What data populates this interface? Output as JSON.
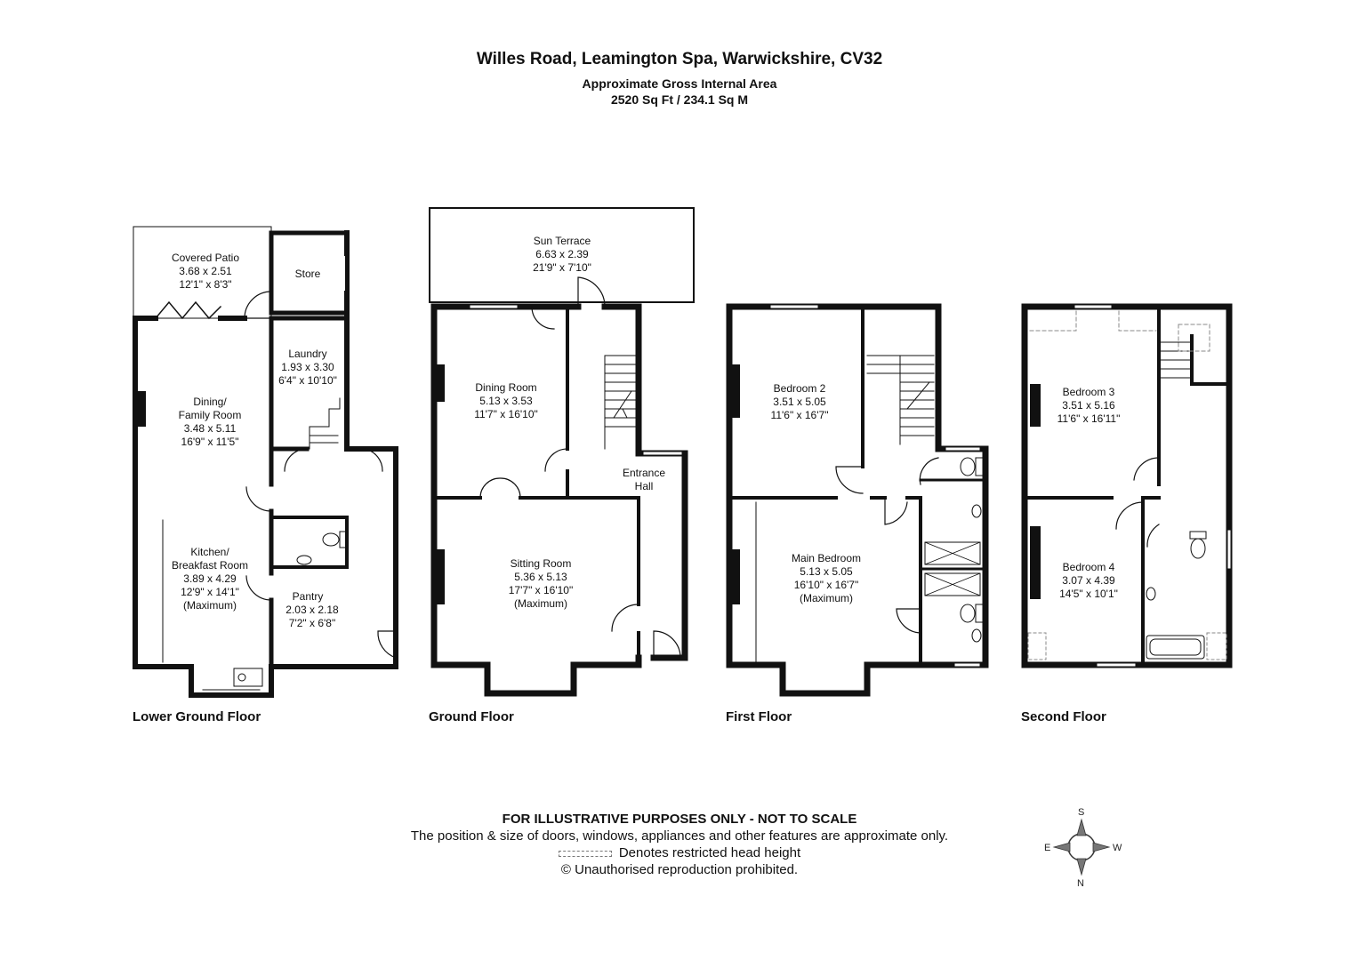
{
  "header": {
    "title": "Willes Road, Leamington Spa, Warwickshire, CV32",
    "subtitle": "Approximate Gross Internal Area",
    "area": "2520 Sq Ft / 234.1 Sq M"
  },
  "floors": {
    "lower_ground": {
      "label": "Lower Ground Floor",
      "rooms": {
        "covered_patio": [
          "Covered Patio",
          "3.68 x 2.51",
          "12'1\" x 8'3\""
        ],
        "store": [
          "Store"
        ],
        "laundry": [
          "Laundry",
          "1.93 x 3.30",
          "6'4\" x 10'10\""
        ],
        "dining_family": [
          "Dining/",
          "Family Room",
          "3.48 x 5.11",
          "16'9\" x 11'5\""
        ],
        "kitchen": [
          "Kitchen/",
          "Breakfast Room",
          "3.89 x 4.29",
          "12'9\" x 14'1\"",
          "(Maximum)"
        ],
        "pantry": [
          "Pantry",
          "2.03 x 2.18",
          "7'2\" x 6'8\""
        ]
      }
    },
    "ground": {
      "label": "Ground Floor",
      "rooms": {
        "sun_terrace": [
          "Sun Terrace",
          "6.63 x 2.39",
          "21'9\" x 7'10\""
        ],
        "dining_room": [
          "Dining Room",
          "5.13 x 3.53",
          "11'7\" x 16'10\""
        ],
        "entrance_hall": [
          "Entrance",
          "Hall"
        ],
        "sitting_room": [
          "Sitting Room",
          "5.36 x 5.13",
          "17'7\" x 16'10\"",
          "(Maximum)"
        ]
      }
    },
    "first": {
      "label": "First Floor",
      "rooms": {
        "bedroom2": [
          "Bedroom 2",
          "3.51 x 5.05",
          "11'6\" x 16'7\""
        ],
        "main_bedroom": [
          "Main Bedroom",
          "5.13 x 5.05",
          "16'10\" x 16'7\"",
          "(Maximum)"
        ]
      }
    },
    "second": {
      "label": "Second Floor",
      "rooms": {
        "bedroom3": [
          "Bedroom 3",
          "3.51 x 5.16",
          "11'6\" x 16'11\""
        ],
        "bedroom4": [
          "Bedroom 4",
          "3.07 x 4.39",
          "14'5\" x 10'1\""
        ]
      }
    }
  },
  "footer": {
    "disclaimer": "FOR ILLUSTRATIVE PURPOSES ONLY - NOT TO SCALE",
    "note": "The position & size of doors, windows, appliances and other features are approximate only.",
    "key": "Denotes restricted head height",
    "copyright": "© Unauthorised reproduction prohibited."
  },
  "compass": {
    "s": "S",
    "e": "E",
    "w": "W",
    "n": "N"
  }
}
